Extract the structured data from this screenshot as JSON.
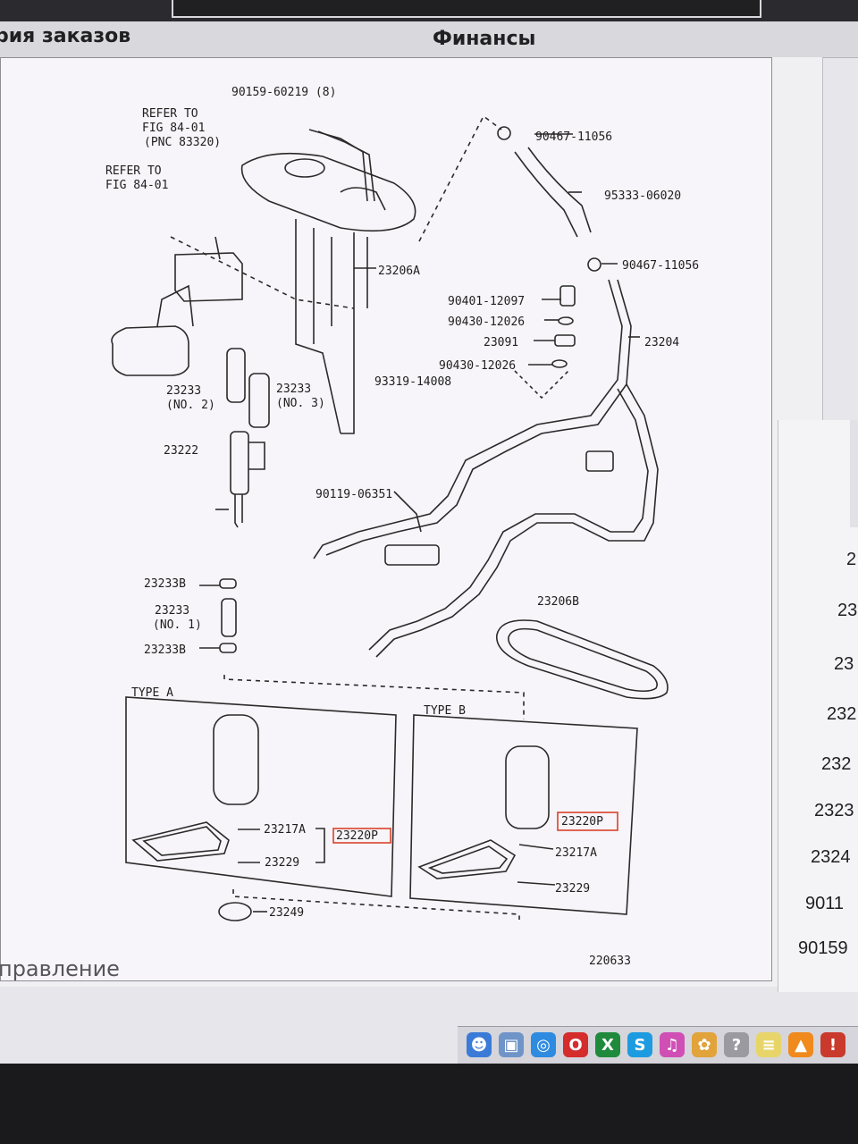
{
  "tabs": {
    "left_label": "рия заказов",
    "center_label": "Финансы"
  },
  "diagram": {
    "figure_number": "220633",
    "labels": {
      "p90159": "90159-60219 (8)",
      "refer1a": "REFER TO",
      "refer1b": "FIG 84-01",
      "refer1c": "(PNC 83320)",
      "refer2a": "REFER TO",
      "refer2b": "FIG 84-01",
      "p90467a": "90467-11056",
      "p95333": "95333-06020",
      "p90467b": "90467-11056",
      "p23206a": "23206A",
      "p90401": "90401-12097",
      "p90430a": "90430-12026",
      "p23091": "23091",
      "p23204": "23204",
      "p90430b": "90430-12026",
      "p93319": "93319-14008",
      "p23233n2a": "23233",
      "p23233n2b": "(NO. 2)",
      "p23233n3a": "23233",
      "p23233n3b": "(NO. 3)",
      "p23222": "23222",
      "p90119": "90119-06351",
      "p23233b1": "23233B",
      "p23233n1a": "23233",
      "p23233n1b": "(NO. 1)",
      "p23233b2": "23233B",
      "p23206b": "23206B",
      "type_a": "TYPE A",
      "type_b": "TYPE B",
      "a23217a": "23217A",
      "a23220p": "23220P",
      "a23229": "23229",
      "p23249": "23249",
      "b23220p": "23220P",
      "b23217a": "23217A",
      "b23229": "23229"
    }
  },
  "footer": {
    "label": "правление"
  },
  "right_column": {
    "items": [
      "2",
      "23",
      "23",
      "232",
      "232",
      "2323",
      "2324",
      "9011",
      "90159"
    ]
  },
  "colors": {
    "highlight_box": "#d9422b",
    "line_color": "#2a2a2a"
  },
  "dock": {
    "icons": [
      {
        "name": "finder-icon",
        "glyph": "☻",
        "color": "#3b7bd8"
      },
      {
        "name": "preview-icon",
        "glyph": "▣",
        "color": "#6f94c8"
      },
      {
        "name": "safari-icon",
        "glyph": "◎",
        "color": "#2e8be0"
      },
      {
        "name": "opera-icon",
        "glyph": "O",
        "color": "#d52c2c"
      },
      {
        "name": "excel-icon",
        "glyph": "X",
        "color": "#1f8a3c"
      },
      {
        "name": "skype-icon",
        "glyph": "S",
        "color": "#1d9be0"
      },
      {
        "name": "itunes-icon",
        "glyph": "♫",
        "color": "#d04fb5"
      },
      {
        "name": "photos-icon",
        "glyph": "✿",
        "color": "#e2a33a"
      },
      {
        "name": "help-icon",
        "glyph": "?",
        "color": "#9a9aa0"
      },
      {
        "name": "notes-icon",
        "glyph": "≡",
        "color": "#e8d56a"
      },
      {
        "name": "vlc-icon",
        "glyph": "▲",
        "color": "#f08a1c"
      },
      {
        "name": "alert-icon",
        "glyph": "!",
        "color": "#c93a2c"
      }
    ]
  }
}
